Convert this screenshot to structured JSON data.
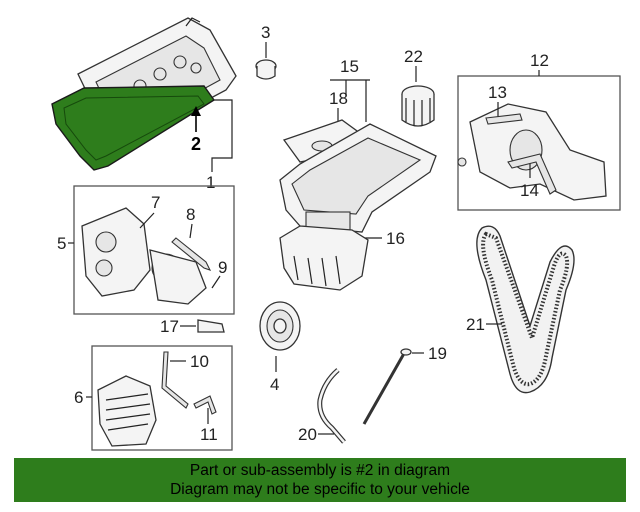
{
  "callouts": [
    "1",
    "2",
    "3",
    "4",
    "5",
    "6",
    "7",
    "8",
    "9",
    "10",
    "11",
    "12",
    "13",
    "14",
    "15",
    "16",
    "17",
    "18",
    "19",
    "20",
    "21",
    "22"
  ],
  "highlight_color": "#2e7d1c",
  "banner": {
    "line1": "Part or sub-assembly is #2 in diagram",
    "line2": "Diagram may not be specific to your vehicle"
  }
}
